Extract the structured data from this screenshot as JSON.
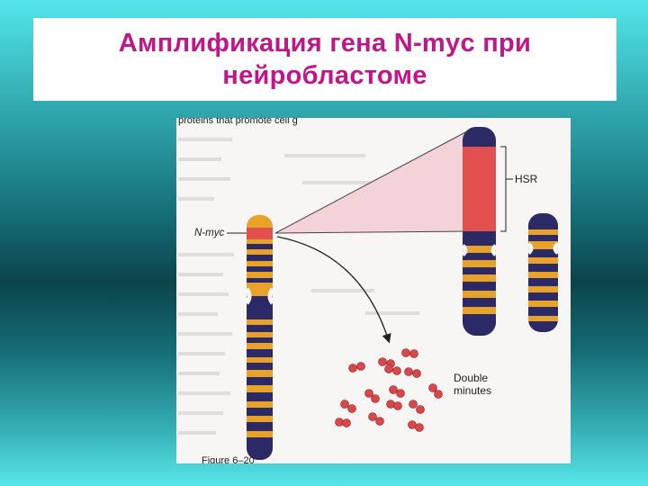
{
  "slide": {
    "title_line1": "Амплификация гена N-myc при",
    "title_line2": "нейробластоме"
  },
  "figure": {
    "gene_label": "N-myc",
    "hsr_label": "HSR",
    "double_minutes_line1": "Double",
    "double_minutes_line2": "minutes",
    "caption_fragment": "Figure 6–20",
    "top_text_fragment": "proteins that promote cell g"
  },
  "colors": {
    "title": "#c0168a",
    "chromosome_orange": "#e8a22a",
    "chromosome_navy": "#2c2a66",
    "amplified_red": "#e1504f",
    "amplification_cone": "#f3d3d8",
    "double_minute_dots": "#d9474b"
  }
}
